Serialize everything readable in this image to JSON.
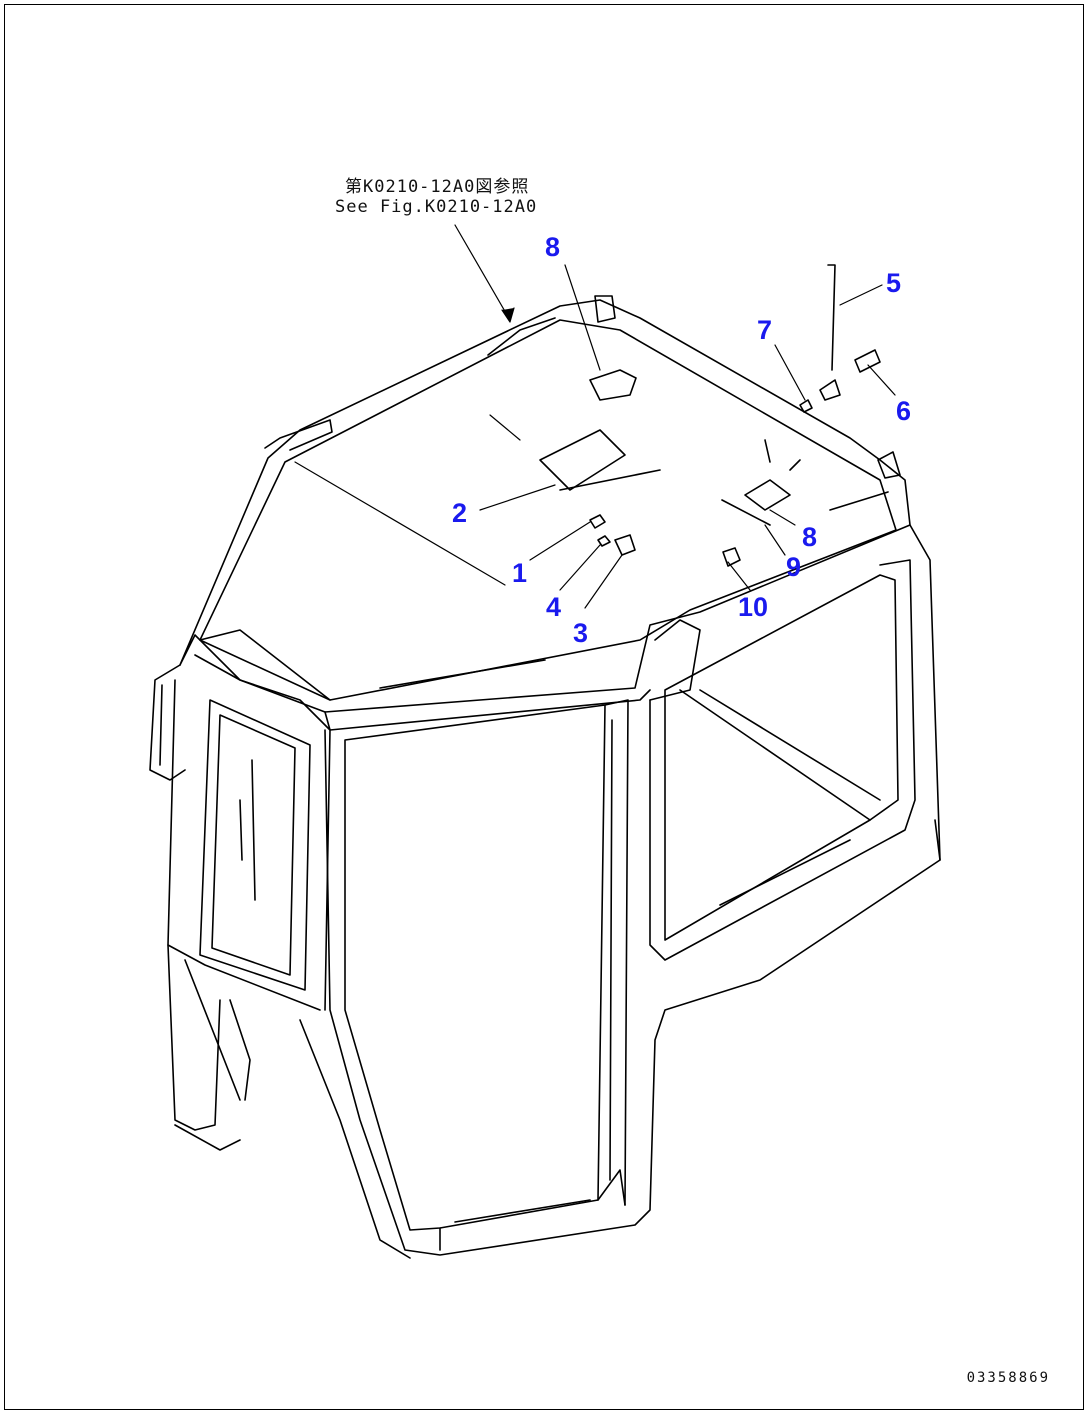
{
  "reference": {
    "line_jp": "第K0210-12A0図参照",
    "line_en": "See Fig.K0210-12A0"
  },
  "callouts": [
    {
      "id": "c8a",
      "label": "8"
    },
    {
      "id": "c5",
      "label": "5"
    },
    {
      "id": "c7",
      "label": "7"
    },
    {
      "id": "c6",
      "label": "6"
    },
    {
      "id": "c2",
      "label": "2"
    },
    {
      "id": "c8b",
      "label": "8"
    },
    {
      "id": "c9",
      "label": "9"
    },
    {
      "id": "c1",
      "label": "1"
    },
    {
      "id": "c10",
      "label": "10"
    },
    {
      "id": "c4",
      "label": "4"
    },
    {
      "id": "c3",
      "label": "3"
    }
  ],
  "figure_code": "03358869",
  "colors": {
    "callout": "#1a1aee",
    "line": "#000000"
  }
}
